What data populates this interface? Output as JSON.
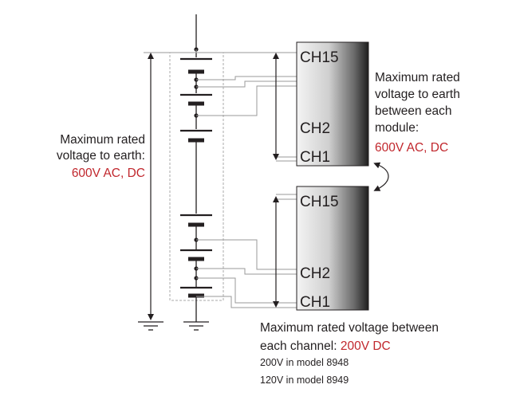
{
  "modules": [
    {
      "top_channel": "CH15",
      "mid_channel": "CH2",
      "bottom_channel": "CH1"
    },
    {
      "top_channel": "CH15",
      "mid_channel": "CH2",
      "bottom_channel": "CH1"
    }
  ],
  "left_note": {
    "line1": "Maximum rated",
    "line2": "voltage to earth:",
    "value": "600V AC, DC"
  },
  "right_note": {
    "line1": "Maximum rated",
    "line2": "voltage to earth",
    "line3": "between each",
    "line4": "module:",
    "value": "600V AC, DC"
  },
  "bottom_note": {
    "line1": "Maximum rated voltage between",
    "line2_prefix": "each channel: ",
    "line2_value": "200V DC",
    "model_8948": "200V in model 8948",
    "model_8949": "120V in model 8949"
  },
  "colors": {
    "accent_red": "#c1272d",
    "ink": "#231f20",
    "lead_gray": "#9a9a9a"
  }
}
